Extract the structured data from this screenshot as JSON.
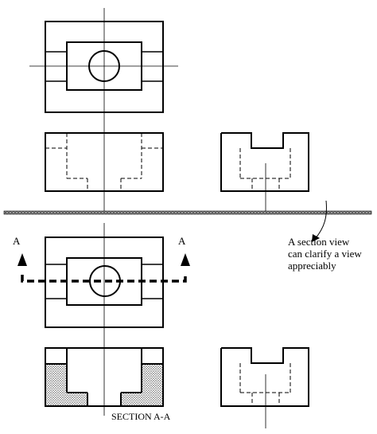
{
  "arrow_label_left": "A",
  "arrow_label_right": "A",
  "annotation_lines": [
    "A section view",
    "can clarify a view",
    "appreciably"
  ],
  "section_caption": "SECTION A-A",
  "colors": {
    "line": "#000000",
    "hatch_dots": "#555555",
    "divider": "#000000"
  }
}
